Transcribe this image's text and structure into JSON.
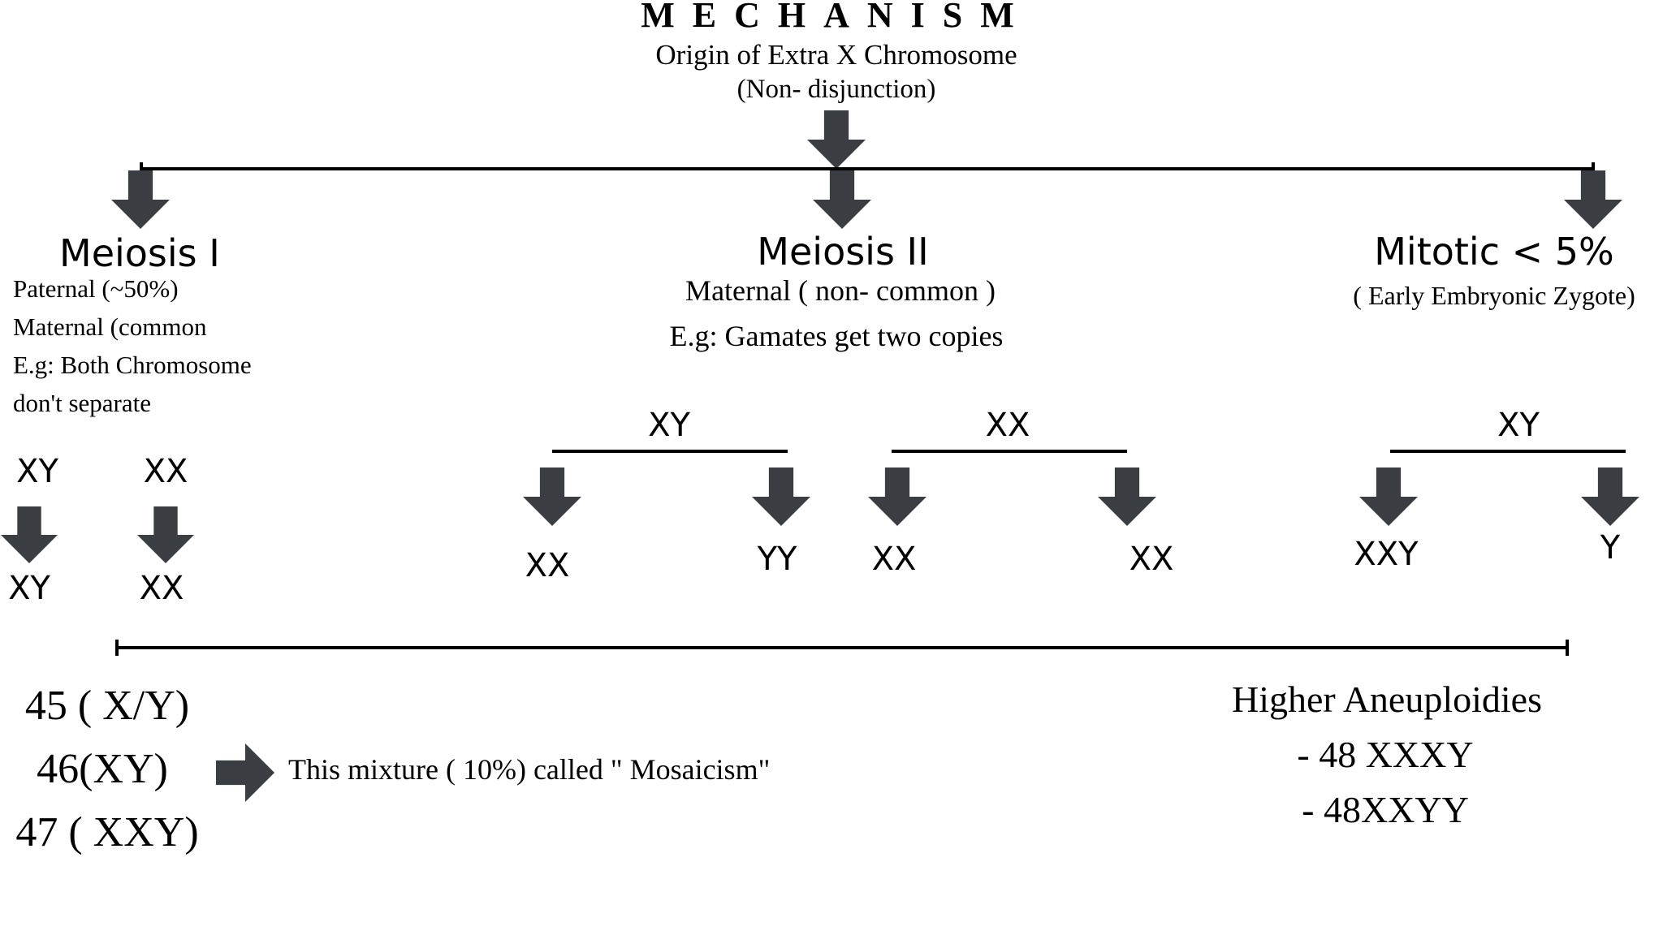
{
  "header": {
    "title": "MECHANISM",
    "subtitle": "Origin of Extra X Chromosome",
    "note": "(Non- disjunction)"
  },
  "branches": {
    "meiosis1": {
      "title": "Meiosis I",
      "lines": [
        "Paternal (~50%)",
        "Maternal (common",
        "E.g: Both Chromosome",
        "don't separate"
      ],
      "pairs": [
        {
          "top": "XY",
          "bottom": "XY"
        },
        {
          "top": "XX",
          "bottom": "XX"
        }
      ]
    },
    "meiosis2": {
      "title": "Meiosis II",
      "lines": [
        "Maternal ( non- common )",
        "E.g: Gamates get two copies"
      ],
      "groups": [
        {
          "parent": "XY",
          "left": "XX",
          "right": "YY"
        },
        {
          "parent": "XX",
          "left": "XX",
          "right": "XX"
        }
      ]
    },
    "mitotic": {
      "title": "Mitotic < 5%",
      "note": "( Early Embryonic Zygote)",
      "group": {
        "parent": "XY",
        "left": "XXY",
        "right": "Y"
      }
    }
  },
  "outcomes": {
    "karyotypes": [
      "45 ( X/Y)",
      "46(XY)",
      "47 ( XXY)"
    ],
    "mosaicism": "This mixture ( 10%) called \" Mosaicism\"",
    "higher": {
      "title": "Higher Aneuploidies",
      "items": [
        "- 48 XXXY",
        "- 48XXYY"
      ]
    }
  },
  "colors": {
    "arrow": "#3a3d42",
    "line": "#000000",
    "text": "#000000"
  }
}
